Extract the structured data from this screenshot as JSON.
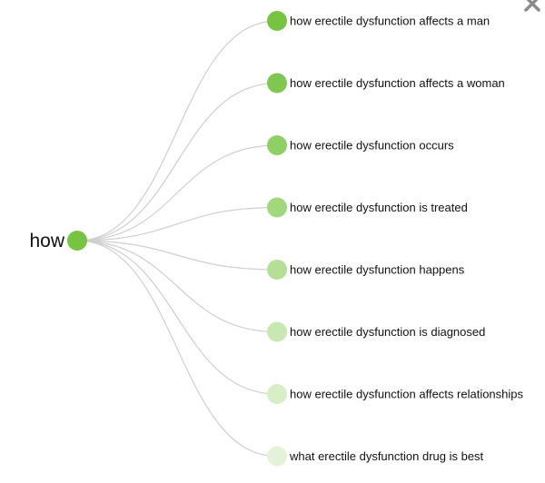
{
  "tree": {
    "root": {
      "label": "how",
      "color": "#76c442"
    },
    "children": [
      {
        "label": "how erectile dysfunction affects a man",
        "color": "#76c442"
      },
      {
        "label": "how erectile dysfunction affects a woman",
        "color": "#7fc751"
      },
      {
        "label": "how erectile dysfunction occurs",
        "color": "#8fd064"
      },
      {
        "label": "how erectile dysfunction is treated",
        "color": "#a2d87c"
      },
      {
        "label": "how erectile dysfunction happens",
        "color": "#b4e096"
      },
      {
        "label": "how erectile dysfunction is diagnosed",
        "color": "#c7e8b0"
      },
      {
        "label": "how erectile dysfunction affects relationships",
        "color": "#d6efc6"
      },
      {
        "label": "what erectile dysfunction drug is best",
        "color": "#e3f3d8"
      }
    ]
  },
  "controls": {
    "close_icon": "close-icon"
  }
}
